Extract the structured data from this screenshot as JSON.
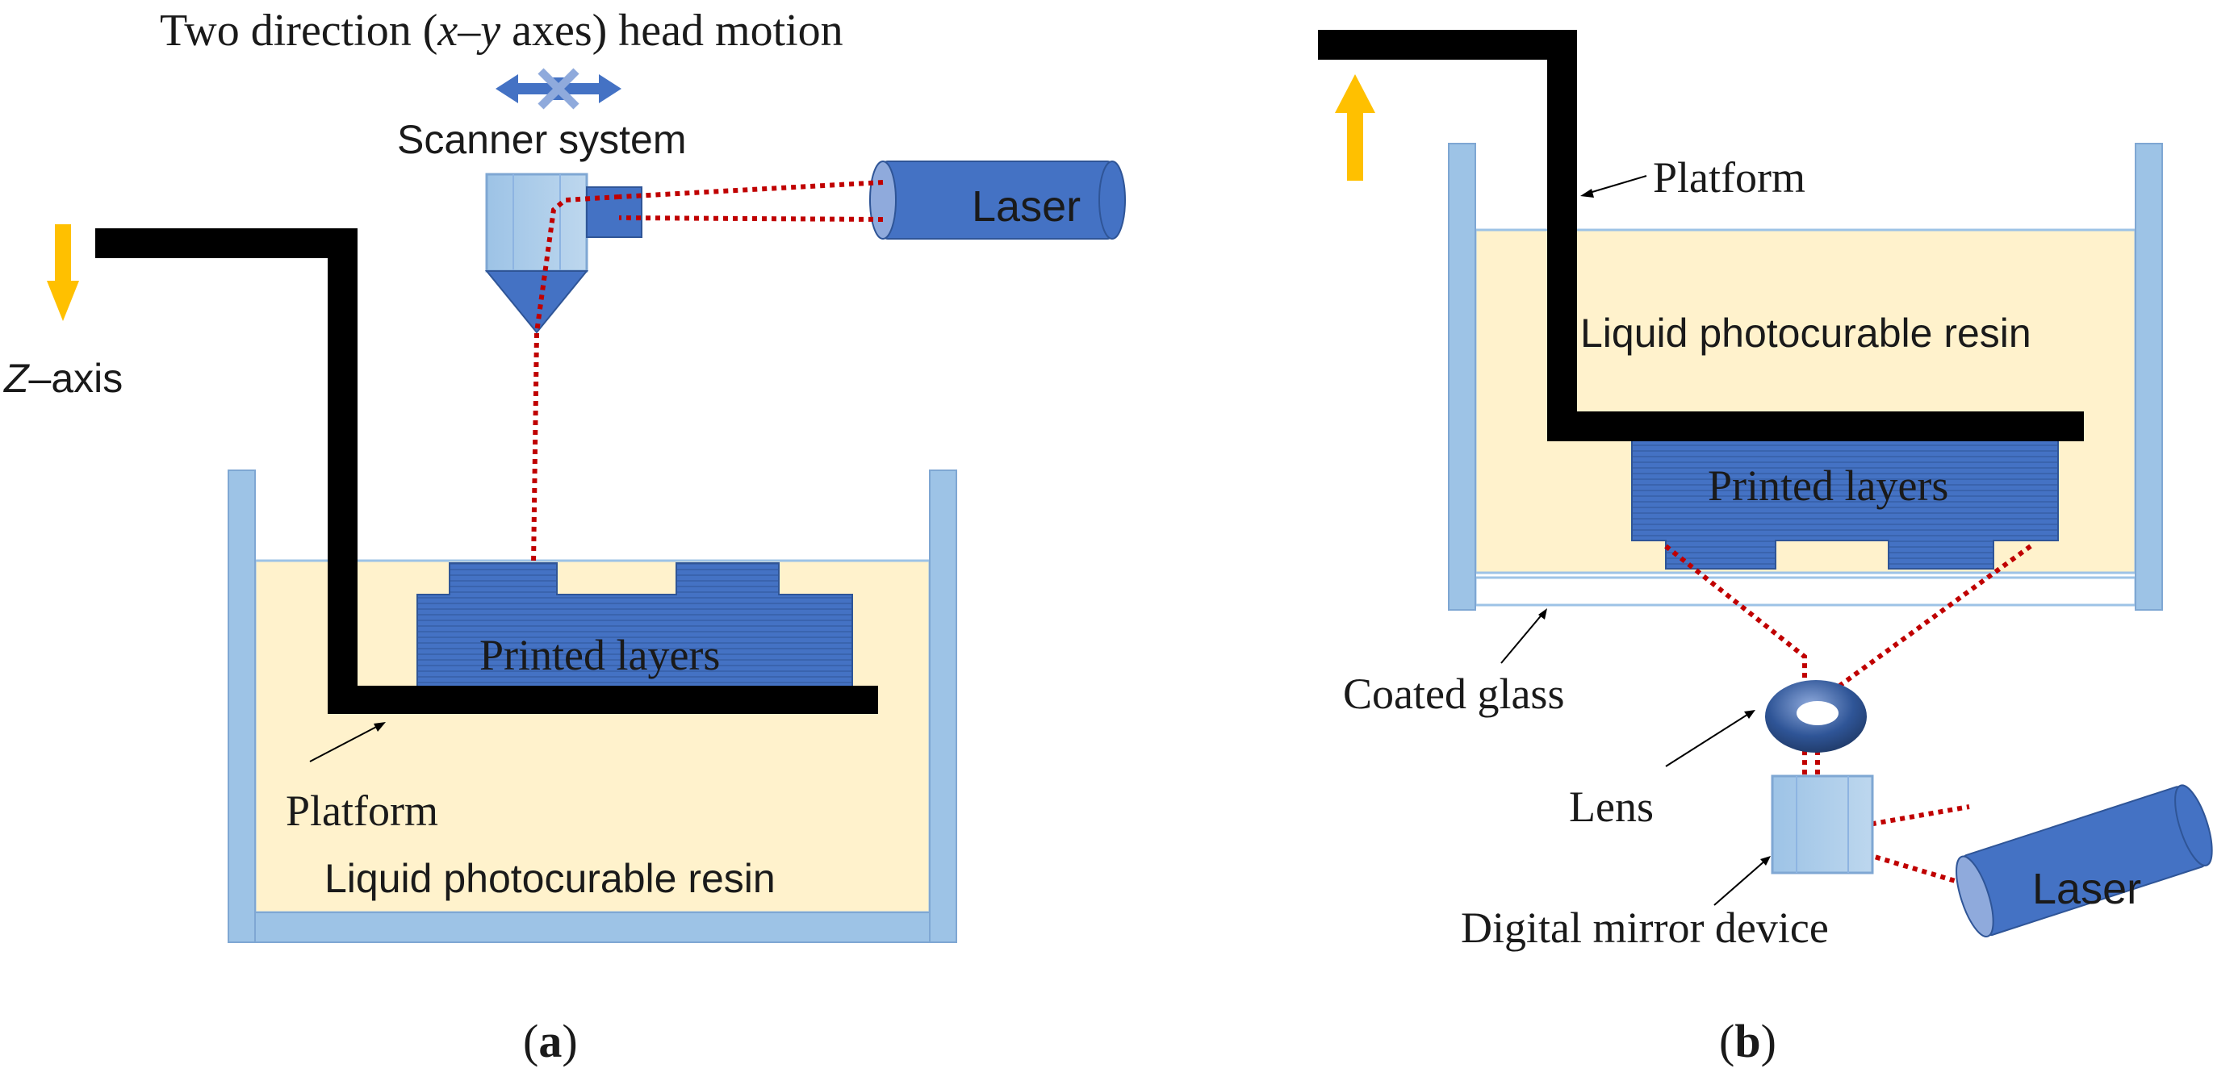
{
  "panel_a": {
    "motion_label_pre": "Two direction (",
    "motion_label_x": "x",
    "motion_label_dash": "–",
    "motion_label_y": "y",
    "motion_label_post": " axes) head motion",
    "scanner_label": "Scanner system",
    "laser_label": "Laser",
    "z_axis_label_var": "Z",
    "z_axis_label_rest": "–axis",
    "printed_layers_label": "Printed layers",
    "platform_label": "Platform",
    "resin_label": "Liquid photocurable resin",
    "caption_open": "(",
    "caption_letter": "a",
    "caption_close": ")"
  },
  "panel_b": {
    "platform_label": "Platform",
    "resin_label": "Liquid photocurable resin",
    "printed_layers_label": "Printed layers",
    "coated_glass_label": "Coated glass",
    "lens_label": "Lens",
    "laser_label": "Laser",
    "dmd_label": "Digital mirror device",
    "caption_open": "(",
    "caption_letter": "b",
    "caption_close": ")"
  },
  "colors": {
    "resin": "#FFF2CC",
    "tank_wall": "#9DC3E6",
    "blue": "#4472C4",
    "platform": "#000000",
    "beam": "#C00000",
    "arrow": "#FFC000"
  },
  "icons": {
    "motion": "cross-arrows-icon",
    "z_arrow": "down-arrow-icon",
    "up_arrow": "up-arrow-icon",
    "lens": "torus-lens-icon"
  }
}
